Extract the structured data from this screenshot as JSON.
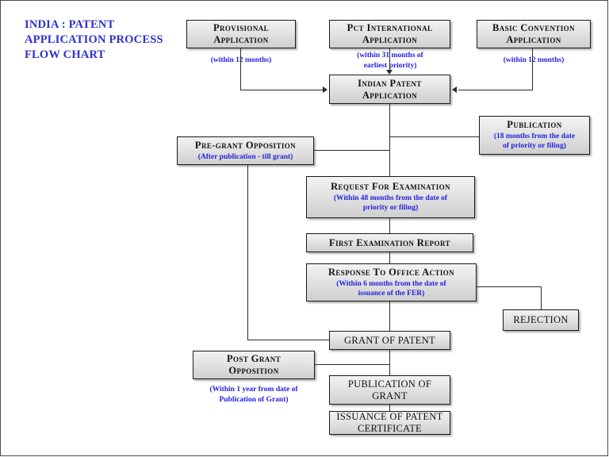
{
  "title": "INDIA : PATENT\nAPPLICATION PROCESS\nFLOW CHART",
  "colors": {
    "annotation_blue": "#2222e0",
    "title_blue": "#2f2fd0",
    "box_border": "#1a1a1a",
    "line": "#2b2b2b",
    "background": "#ffffff"
  },
  "nodes": {
    "provisional_application": {
      "label": "Provisional\nApplication"
    },
    "pct_international_application": {
      "label": "Pct International\nApplication"
    },
    "basic_convention_application": {
      "label": "Basic Convention\nApplication"
    },
    "indian_patent_application": {
      "label": "Indian Patent\nApplication"
    },
    "publication": {
      "label": "Publication",
      "sub": "(18 months from the date\nof  priority or filing)"
    },
    "pre_grant_opposition": {
      "label": "Pre-grant  Opposition",
      "sub": "(After publication - till grant)"
    },
    "request_for_examination": {
      "label": "Request For Examination",
      "sub": "(Within 48 months from  the date of\npriority or filing)"
    },
    "first_examination_report": {
      "label": "First Examination Report"
    },
    "response_to_office_action": {
      "label": "Response To Office Action",
      "sub": "(Within 6 months from the date of\nissuance of the FER)"
    },
    "rejection": {
      "label": "REJECTION"
    },
    "grant_of_patent": {
      "label": "GRANT OF PATENT"
    },
    "post_grant_opposition": {
      "label": "Post Grant\nOpposition"
    },
    "publication_of_grant": {
      "label": "PUBLICATION OF\nGRANT"
    },
    "issuance_of_patent_certificate": {
      "label": "ISSUANCE OF PATENT\nCERTIFICATE"
    }
  },
  "edge_notes": {
    "provisional_to_indian": "(within 12 months)",
    "pct_to_indian": "(within 31  months of\nearliest   priority)",
    "convention_to_indian": "(within 12   months)",
    "post_grant_opposition_note": "(Within 1 year from date of\nPublication of Grant)"
  },
  "edges": [
    {
      "from": "provisional_application",
      "to": "indian_patent_application",
      "note": "(within 12 months)"
    },
    {
      "from": "pct_international_application",
      "to": "indian_patent_application",
      "note": "(within 31  months of earliest   priority)"
    },
    {
      "from": "basic_convention_application",
      "to": "indian_patent_application",
      "note": "(within 12   months)"
    },
    {
      "from": "indian_patent_application",
      "to": "publication",
      "note": ""
    },
    {
      "from": "indian_patent_application",
      "to": "pre_grant_opposition",
      "note": ""
    },
    {
      "from": "indian_patent_application",
      "to": "request_for_examination",
      "note": ""
    },
    {
      "from": "request_for_examination",
      "to": "first_examination_report",
      "note": ""
    },
    {
      "from": "first_examination_report",
      "to": "response_to_office_action",
      "note": ""
    },
    {
      "from": "response_to_office_action",
      "to": "rejection",
      "note": ""
    },
    {
      "from": "response_to_office_action",
      "to": "grant_of_patent",
      "note": ""
    },
    {
      "from": "pre_grant_opposition",
      "to": "grant_of_patent",
      "note": ""
    },
    {
      "from": "grant_of_patent",
      "to": "post_grant_opposition",
      "note": "(Within 1 year from date of Publication of Grant)"
    },
    {
      "from": "grant_of_patent",
      "to": "publication_of_grant",
      "note": ""
    },
    {
      "from": "publication_of_grant",
      "to": "issuance_of_patent_certificate",
      "note": ""
    }
  ]
}
